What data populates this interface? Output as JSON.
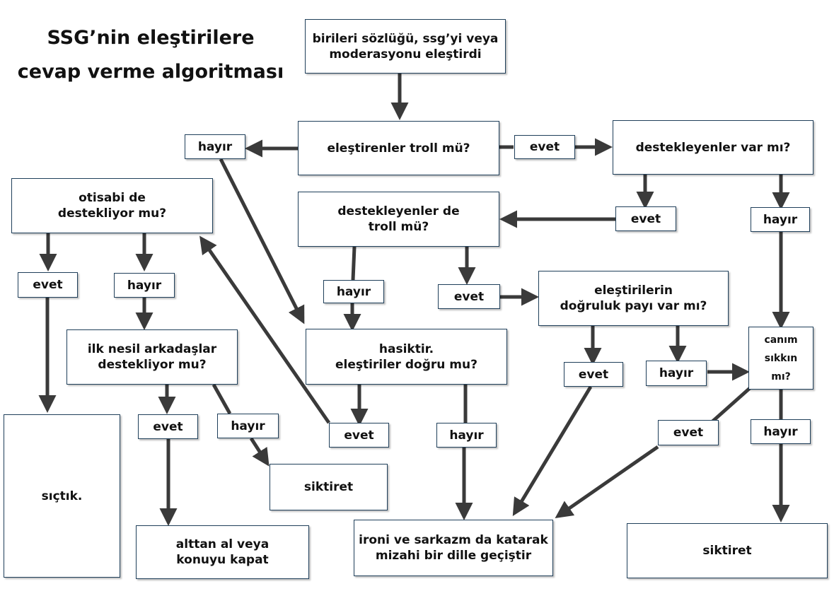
{
  "title": "SSG’nin eleştirilere\ncevap verme algoritması",
  "colors": {
    "box_border": "#1f3f5a",
    "arrow": "#3a3a3a",
    "text": "#111111"
  },
  "nodes": {
    "start": "birileri sözlüğü, ssg’yi veya\nmoderasyonu eleştirdi",
    "troll": "eleştirenler troll mü?",
    "supporters": "destekleyenler var mı?",
    "supporters_troll": "destekleyenler de\ntroll mü?",
    "truth": "eleştirilerin\ndoğruluk payı var mı?",
    "otisabi": "otisabi de\ndestekliyor mu?",
    "first_gen": "ilk nesil arkadaşlar\ndestekliyor mu?",
    "hasiktir": "hasiktir.\neleştiriler doğru mu?",
    "annoyed": "canım\nsıkkın mı?",
    "doomed": "sıçtık.",
    "siktiret_mid": "siktiret",
    "siktiret_right": "siktiret",
    "close_topic": "alttan al veya\nkonuyu kapat",
    "irony": "ironi ve sarkazm da katarak\nmizahi bir dille geçiştir"
  },
  "labels": {
    "troll_no": "hayır",
    "troll_yes": "evet",
    "supporters_yes": "evet",
    "supporters_no": "hayır",
    "st_no": "hayır",
    "st_yes": "evet",
    "oti_yes": "evet",
    "oti_no": "hayır",
    "fg_yes": "evet",
    "fg_no": "hayır",
    "has_yes": "evet",
    "has_no": "hayır",
    "truth_yes": "evet",
    "truth_no": "hayır",
    "annoyed_yes": "evet",
    "annoyed_no": "hayır"
  }
}
